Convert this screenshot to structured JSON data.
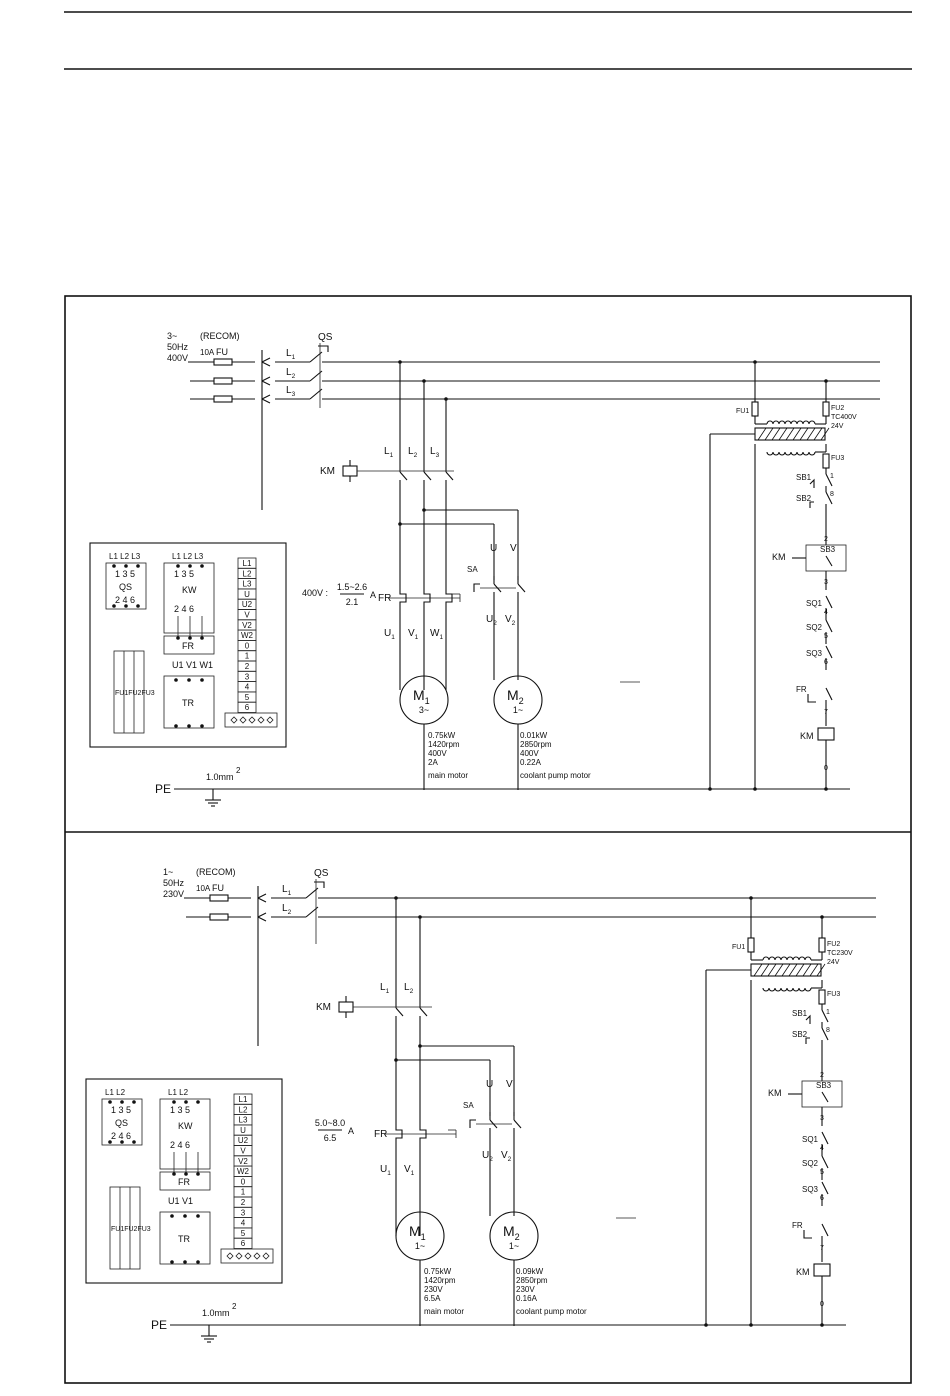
{
  "panels": [
    {
      "supply": [
        "3~",
        "50Hz",
        "400V"
      ],
      "recom": "(RECOM)",
      "fuse_rating": "10A",
      "fuse_label": "FU",
      "switch": "QS",
      "lines": [
        "L1",
        "L2",
        "L3"
      ],
      "contactor": "KM",
      "fr_label": "FR",
      "fr_range": {
        "prefix": "400V :",
        "num": "1.5~2.6",
        "den": "2.1",
        "unit": "A"
      },
      "sa": "SA",
      "m1_terminals": [
        "U1",
        "V1",
        "W1"
      ],
      "m2_terminals": [
        "U2",
        "V2"
      ],
      "m2_top": [
        "U",
        "V"
      ],
      "m1": {
        "name": "M1",
        "phase": "3~",
        "specs": [
          "0.75kW",
          "1420rpm",
          "400V",
          "2A"
        ],
        "caption": "main motor"
      },
      "m2": {
        "name": "M2",
        "phase": "1~",
        "specs": [
          "0.01kW",
          "2850rpm",
          "400V",
          "0.22A"
        ],
        "caption": "coolant pump motor"
      },
      "pe": "PE",
      "pe_wire": "1.0mm",
      "pe_exp": "2",
      "fu1": "FU1",
      "fu2": "FU2",
      "tc": "TC400V",
      "tc_out": "24V",
      "fu3": "FU3",
      "ctrl": {
        "sb1": "SB1",
        "sb2": "SB2",
        "sb3": "SB3",
        "km": "KM",
        "sq1": "SQ1",
        "sq2": "SQ2",
        "sq3": "SQ3",
        "fr": "FR",
        "km_coil": "KM"
      },
      "ctrl_nodes": [
        "1",
        "8",
        "2",
        "3",
        "4",
        "5",
        "6",
        "7",
        "0"
      ],
      "box": {
        "qs_head": "L1 L2 L3",
        "qs_nums": "1 3 5",
        "qs_nums2": "2 4 6",
        "qs": "QS",
        "kw_head": "L1 L2 L3",
        "kw_nums": "1 3 5",
        "kw": "KW",
        "kw_nums2": "2 4 6",
        "fr": "FR",
        "out": "U1 V1 W1",
        "tr": "TR",
        "fuses": "FU1FU2FU3",
        "terminals": [
          "L1",
          "L2",
          "L3",
          "U",
          "U2",
          "V",
          "V2",
          "W2",
          "0",
          "1",
          "2",
          "3",
          "4",
          "5",
          "6"
        ]
      }
    },
    {
      "supply": [
        "1~",
        "50Hz",
        "230V"
      ],
      "recom": "(RECOM)",
      "fuse_rating": "10A",
      "fuse_label": "FU",
      "switch": "QS",
      "lines": [
        "L1",
        "L2"
      ],
      "contactor": "KM",
      "fr_label": "FR",
      "fr_range": {
        "prefix": "",
        "num": "5.0~8.0",
        "den": "6.5",
        "unit": "A"
      },
      "sa": "SA",
      "m1_terminals": [
        "U1",
        "V1"
      ],
      "m2_terminals": [
        "U2",
        "V2"
      ],
      "m2_top": [
        "U",
        "V"
      ],
      "m1": {
        "name": "M1",
        "phase": "1~",
        "specs": [
          "0.75kW",
          "1420rpm",
          "230V",
          "6.5A"
        ],
        "caption": "main motor"
      },
      "m2": {
        "name": "M2",
        "phase": "1~",
        "specs": [
          "0.09kW",
          "2850rpm",
          "230V",
          "0.16A"
        ],
        "caption": "coolant pump motor"
      },
      "pe": "PE",
      "pe_wire": "1.0mm",
      "pe_exp": "2",
      "fu1": "FU1",
      "fu2": "FU2",
      "tc": "TC230V",
      "tc_out": "24V",
      "fu3": "FU3",
      "ctrl": {
        "sb1": "SB1",
        "sb2": "SB2",
        "sb3": "SB3",
        "km": "KM",
        "sq1": "SQ1",
        "sq2": "SQ2",
        "sq3": "SQ3",
        "fr": "FR",
        "km_coil": "KM"
      },
      "ctrl_nodes": [
        "1",
        "8",
        "2",
        "3",
        "4",
        "5",
        "6",
        "7",
        "0"
      ],
      "box": {
        "qs_head": "L1 L2",
        "qs_nums": "1 3 5",
        "qs_nums2": "2 4 6",
        "qs": "QS",
        "kw_head": "L1 L2",
        "kw_nums": "1 3 5",
        "kw": "KW",
        "kw_nums2": "2 4 6",
        "fr": "FR",
        "out": "U1 V1",
        "tr": "TR",
        "fuses": "FU1FU2FU3",
        "terminals": [
          "L1",
          "L2",
          "L3",
          "U",
          "U2",
          "V",
          "V2",
          "W2",
          "0",
          "1",
          "2",
          "3",
          "4",
          "5",
          "6"
        ]
      }
    }
  ]
}
